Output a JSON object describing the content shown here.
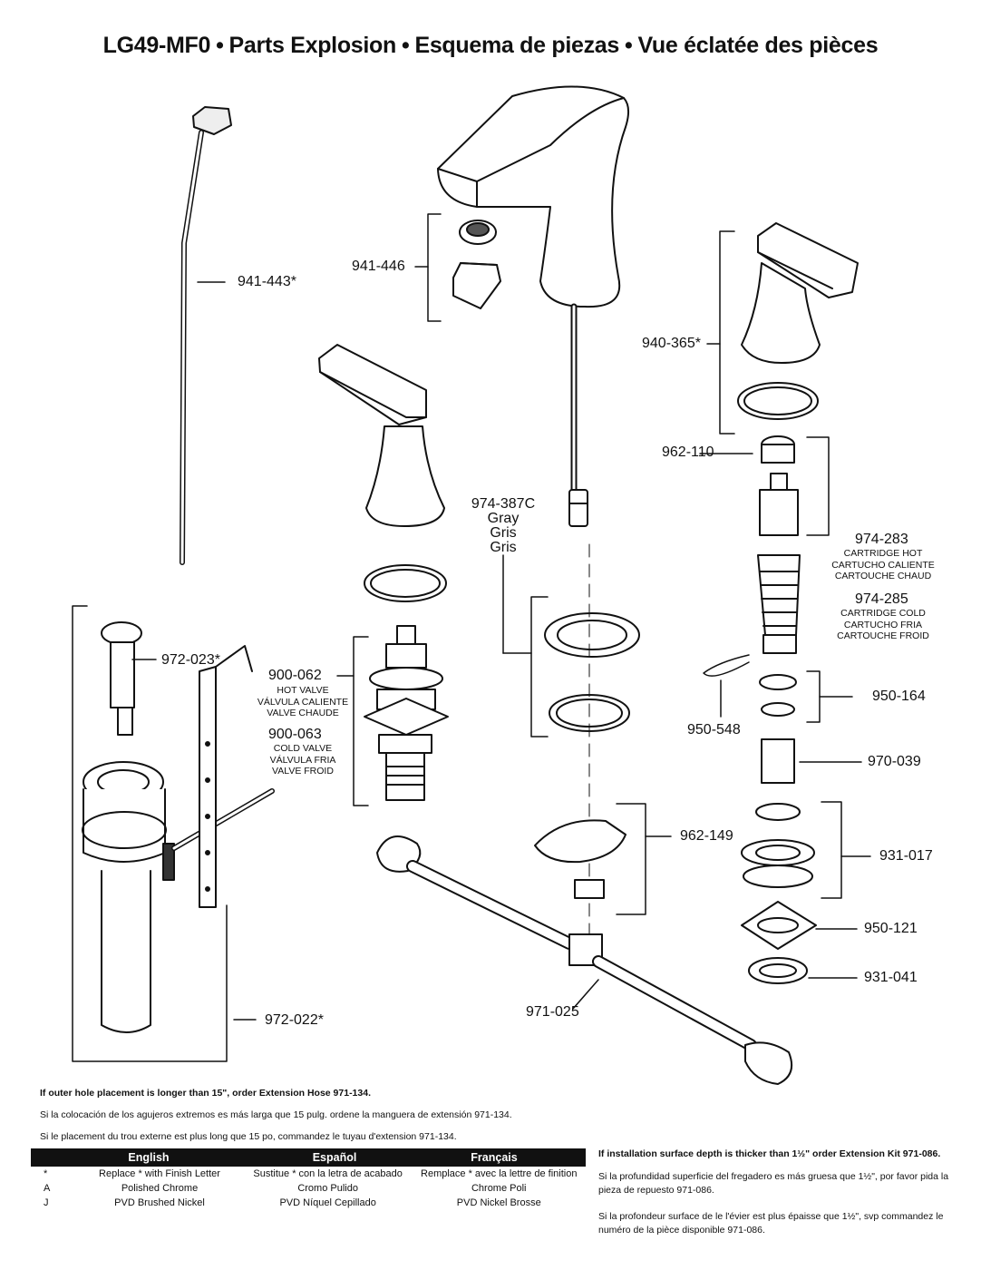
{
  "title": {
    "model": "LG49-MF0",
    "en": "Parts Explosion",
    "es": "Esquema de piezas",
    "fr": "Vue éclatée des pièces",
    "bullet": "•"
  },
  "parts": {
    "p941_443": "941-443*",
    "p941_446": "941-446",
    "p940_365": "940-365*",
    "p962_110": "962-110",
    "p974_387C": [
      "974-387C",
      "Gray",
      "Gris",
      "Gris"
    ],
    "p974_283": "974-283",
    "p974_283_sub": [
      "CARTRIDGE HOT",
      "CARTUCHO CALIENTE",
      "CARTOUCHE CHAUD"
    ],
    "p974_285": "974-285",
    "p974_285_sub": [
      "CARTRIDGE COLD",
      "CARTUCHO FRIA",
      "CARTOUCHE FROID"
    ],
    "p972_023": "972-023*",
    "p900_062": "900-062",
    "p900_062_sub": [
      "HOT VALVE",
      "VÁLVULA CALIENTE",
      "VALVE CHAUDE"
    ],
    "p900_063": "900-063",
    "p900_063_sub": [
      "COLD VALVE",
      "VÁLVULA FRIA",
      "VALVE FROID"
    ],
    "p950_164": "950-164",
    "p950_548": "950-548",
    "p970_039": "970-039",
    "p962_149": "962-149",
    "p931_017": "931-017",
    "p950_121": "950-121",
    "p931_041": "931-041",
    "p971_025": "971-025",
    "p972_022": "972-022*"
  },
  "notes": {
    "hose_en": "If outer hole placement is longer than 15\", order Extension Hose 971-134.",
    "hose_es": "Si la colocación de los agujeros extremos es más larga que 15 pulg. ordene la manguera de extensión 971-134.",
    "hose_fr": "Si le placement du trou externe est plus long que 15 po, commandez le tuyau d'extension 971-134.",
    "kit_en": "If installation surface depth is thicker than 1½\" order Extension Kit 971-086.",
    "kit_es": "Si la profundidad superficie del fregadero es más gruesa que 1½\", por favor pida la pieza de repuesto 971-086.",
    "kit_fr": "Si la profondeur surface de le l'évier est plus épaisse que 1½\", svp commandez le numéro de la pièce disponible 971-086."
  },
  "legend": {
    "headers": [
      "English",
      "Español",
      "Français"
    ],
    "rows": [
      [
        "*",
        "Replace * with Finish Letter",
        "Sustitue * con la letra de acabado",
        "Remplace * avec la lettre de finition"
      ],
      [
        "A",
        "Polished Chrome",
        "Cromo Pulido",
        "Chrome Poli"
      ],
      [
        "J",
        "PVD Brushed Nickel",
        "PVD Níquel Cepillado",
        "PVD Nickel Brosse"
      ]
    ]
  }
}
